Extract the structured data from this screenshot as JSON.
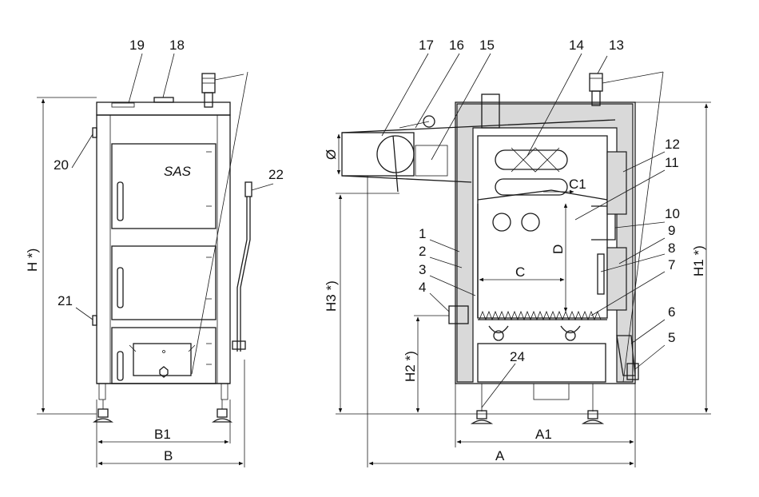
{
  "front_view": {
    "callouts": [
      "19",
      "18",
      "20",
      "21",
      "22"
    ],
    "dimensions": [
      "H *)",
      "B1",
      "B"
    ],
    "logo_text": "SAS"
  },
  "side_view": {
    "callouts": [
      "17",
      "16",
      "15",
      "14",
      "13",
      "12",
      "11",
      "10",
      "9",
      "8",
      "7",
      "6",
      "5",
      "1",
      "2",
      "3",
      "4",
      "24"
    ],
    "dimensions": [
      "Ø",
      "C1",
      "D",
      "C",
      "H3 *)",
      "H2 *)",
      "H1 *)",
      "A1",
      "A"
    ]
  }
}
